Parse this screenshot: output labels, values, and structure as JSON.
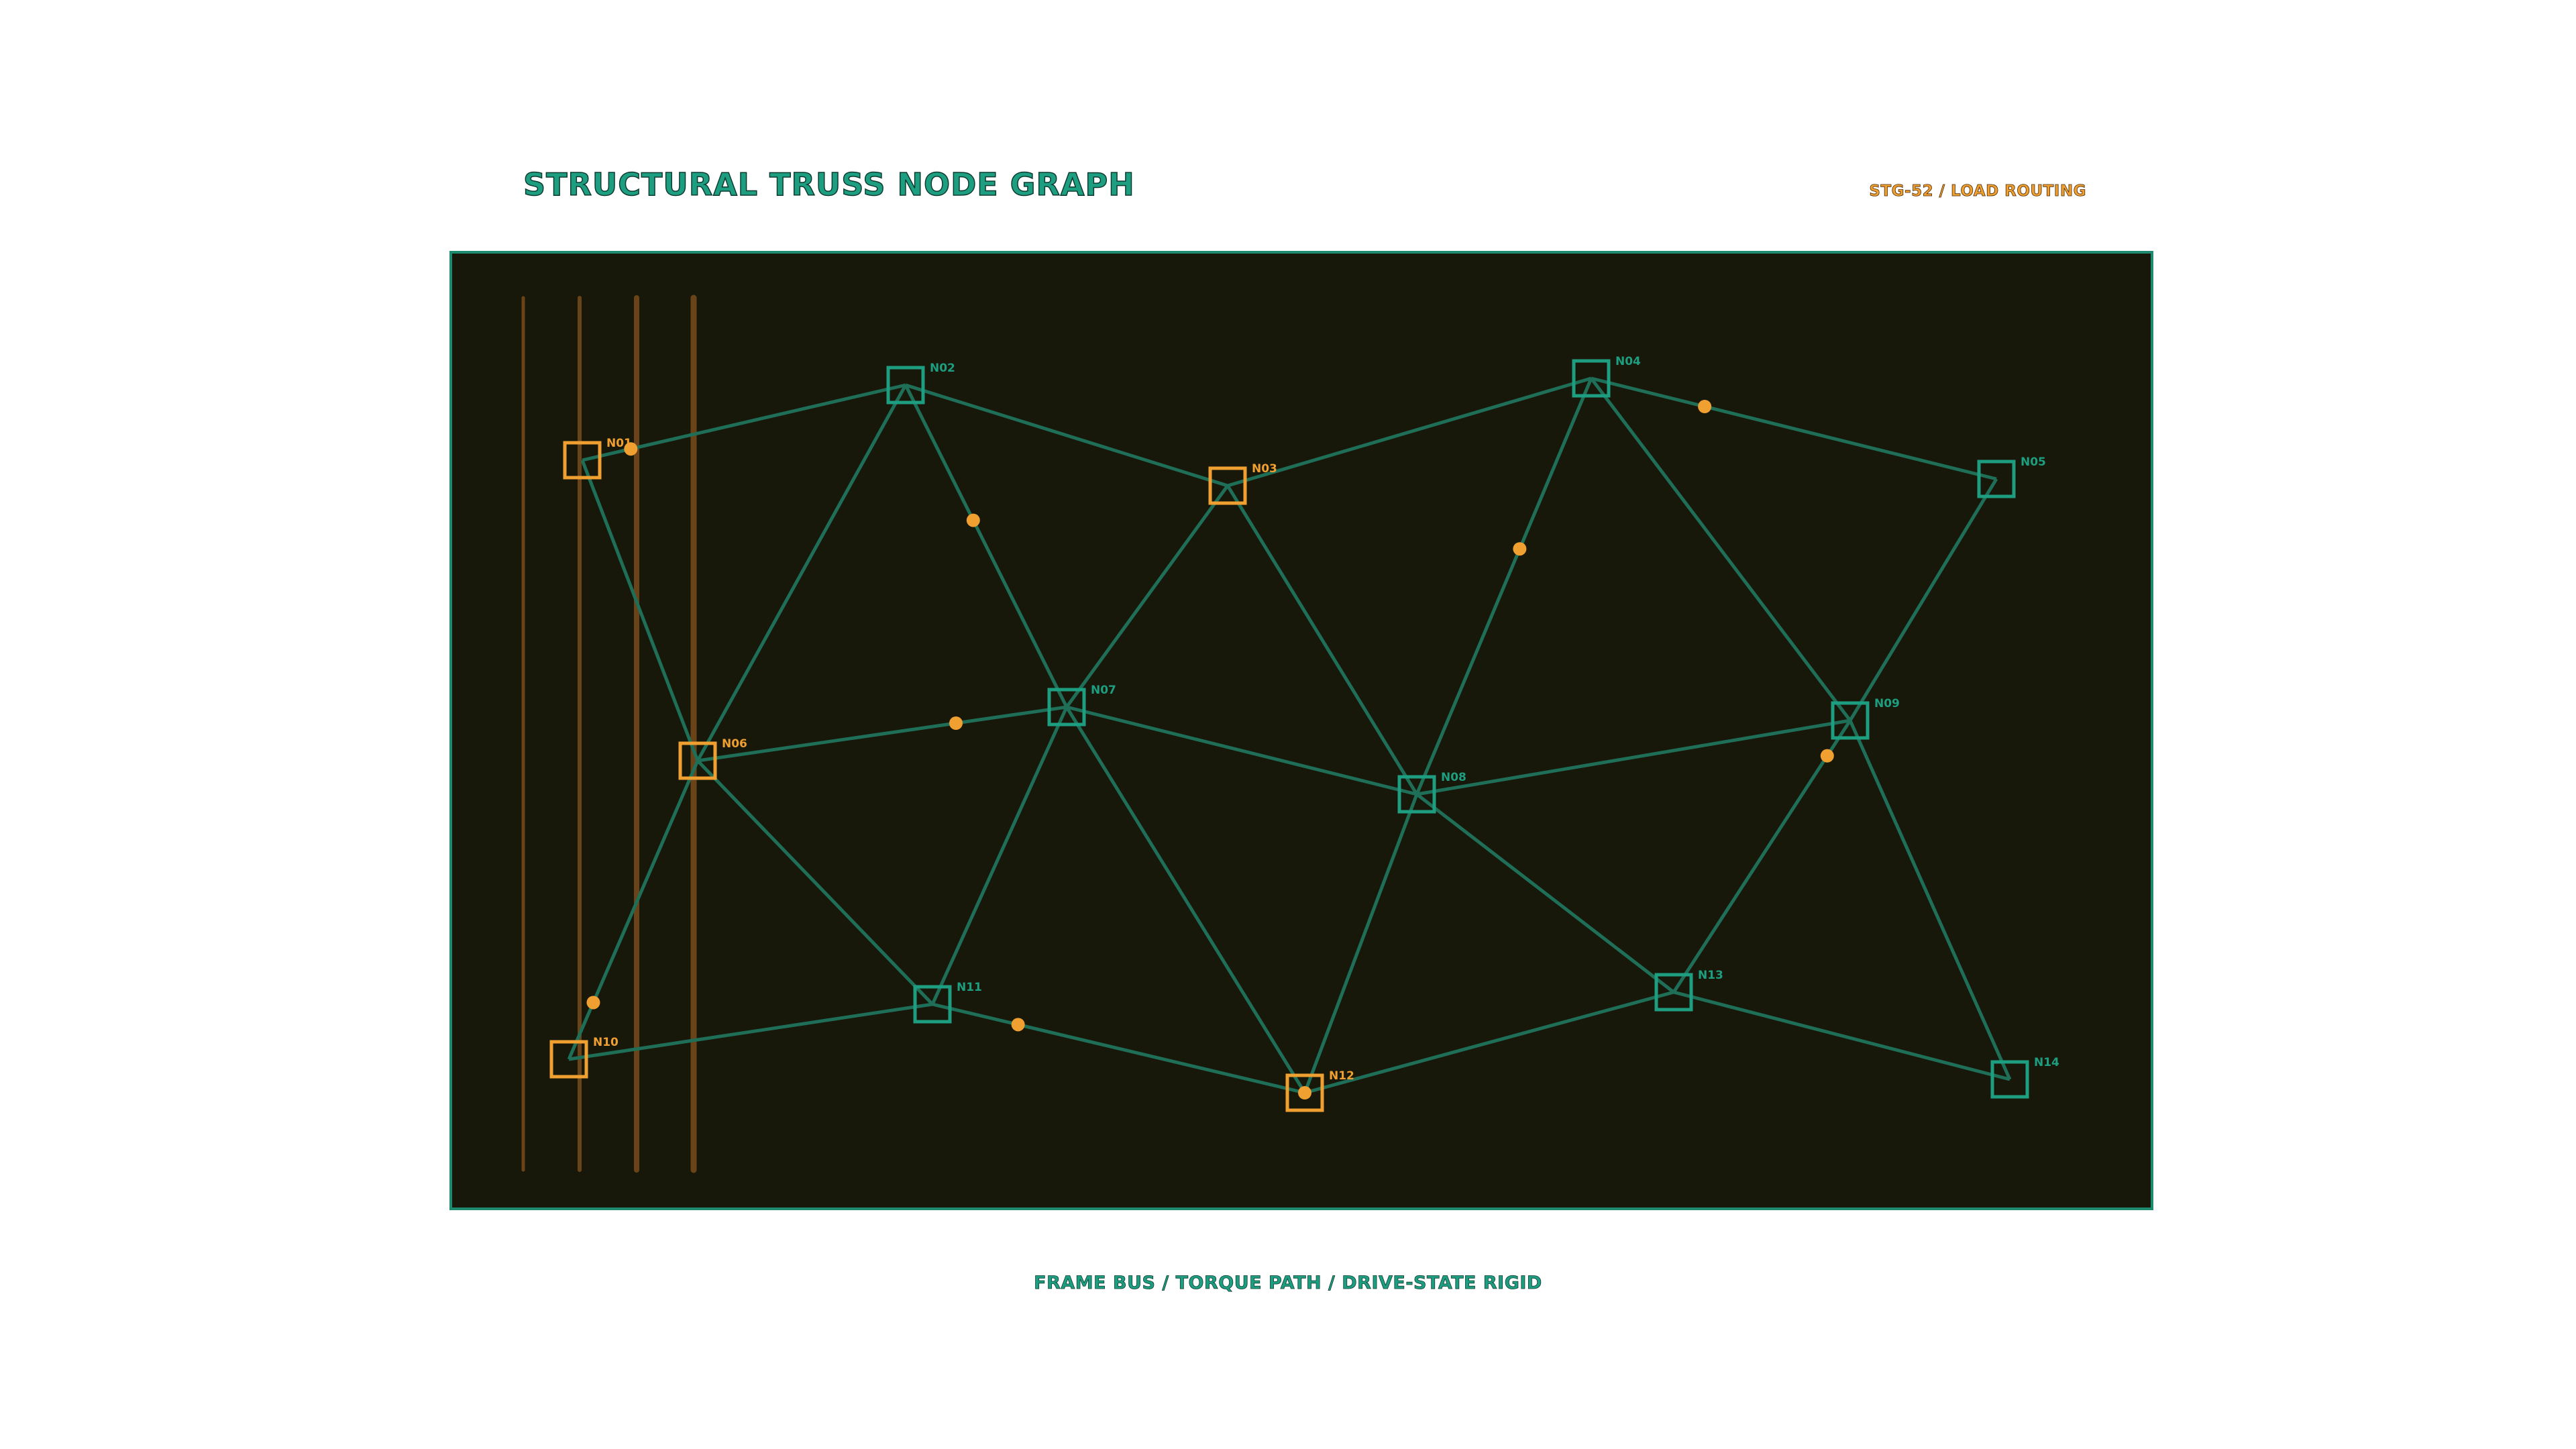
{
  "header": {
    "title": "STRUCTURAL TRUSS NODE GRAPH",
    "code": "STG-52 / LOAD ROUTING"
  },
  "footer": {
    "caption": "FRAME BUS / TORQUE PATH / DRIVE-STATE RIGID"
  },
  "colors": {
    "teal": "#1e9e80",
    "orange": "#f0a030",
    "panel": "#18180a",
    "rail": "#6a4418",
    "edge": "#1e6e58"
  },
  "rails": 4,
  "nodes": [
    {
      "id": "N01",
      "label": "N01",
      "highlight": true
    },
    {
      "id": "N02",
      "label": "N02",
      "highlight": false
    },
    {
      "id": "N03",
      "label": "N03",
      "highlight": true
    },
    {
      "id": "N04",
      "label": "N04",
      "highlight": false
    },
    {
      "id": "N05",
      "label": "N05",
      "highlight": false
    },
    {
      "id": "N06",
      "label": "N06",
      "highlight": true
    },
    {
      "id": "N07",
      "label": "N07",
      "highlight": false
    },
    {
      "id": "N08",
      "label": "N08",
      "highlight": false
    },
    {
      "id": "N09",
      "label": "N09",
      "highlight": false
    },
    {
      "id": "N10",
      "label": "N10",
      "highlight": true
    },
    {
      "id": "N11",
      "label": "N11",
      "highlight": false
    },
    {
      "id": "N12",
      "label": "N12",
      "highlight": true
    },
    {
      "id": "N13",
      "label": "N13",
      "highlight": false
    },
    {
      "id": "N14",
      "label": "N14",
      "highlight": false
    }
  ],
  "edges": [
    [
      "N01",
      "N02"
    ],
    [
      "N02",
      "N03"
    ],
    [
      "N03",
      "N04"
    ],
    [
      "N04",
      "N05"
    ],
    [
      "N01",
      "N06"
    ],
    [
      "N02",
      "N06"
    ],
    [
      "N02",
      "N07"
    ],
    [
      "N03",
      "N07"
    ],
    [
      "N03",
      "N08"
    ],
    [
      "N04",
      "N08"
    ],
    [
      "N04",
      "N09"
    ],
    [
      "N05",
      "N09"
    ],
    [
      "N06",
      "N07"
    ],
    [
      "N07",
      "N08"
    ],
    [
      "N08",
      "N09"
    ],
    [
      "N06",
      "N10"
    ],
    [
      "N06",
      "N11"
    ],
    [
      "N07",
      "N11"
    ],
    [
      "N07",
      "N12"
    ],
    [
      "N08",
      "N12"
    ],
    [
      "N08",
      "N13"
    ],
    [
      "N09",
      "N13"
    ],
    [
      "N09",
      "N14"
    ],
    [
      "N10",
      "N11"
    ],
    [
      "N11",
      "N12"
    ],
    [
      "N12",
      "N13"
    ],
    [
      "N13",
      "N14"
    ]
  ],
  "load_points": [
    {
      "edge": [
        "N01",
        "N02"
      ],
      "t": 0.15
    },
    {
      "edge": [
        "N02",
        "N07"
      ],
      "t": 0.42
    },
    {
      "edge": [
        "N06",
        "N07"
      ],
      "t": 0.7
    },
    {
      "edge": [
        "N04",
        "N08"
      ],
      "t": 0.41
    },
    {
      "edge": [
        "N04",
        "N05"
      ],
      "t": 0.28
    },
    {
      "edge": [
        "N09",
        "N13"
      ],
      "t": 0.13
    },
    {
      "edge": [
        "N06",
        "N10"
      ],
      "t": 0.81
    },
    {
      "edge": [
        "N11",
        "N12"
      ],
      "t": 0.23
    },
    {
      "edge": [
        "N12",
        "N13"
      ],
      "t": 0.0
    }
  ]
}
